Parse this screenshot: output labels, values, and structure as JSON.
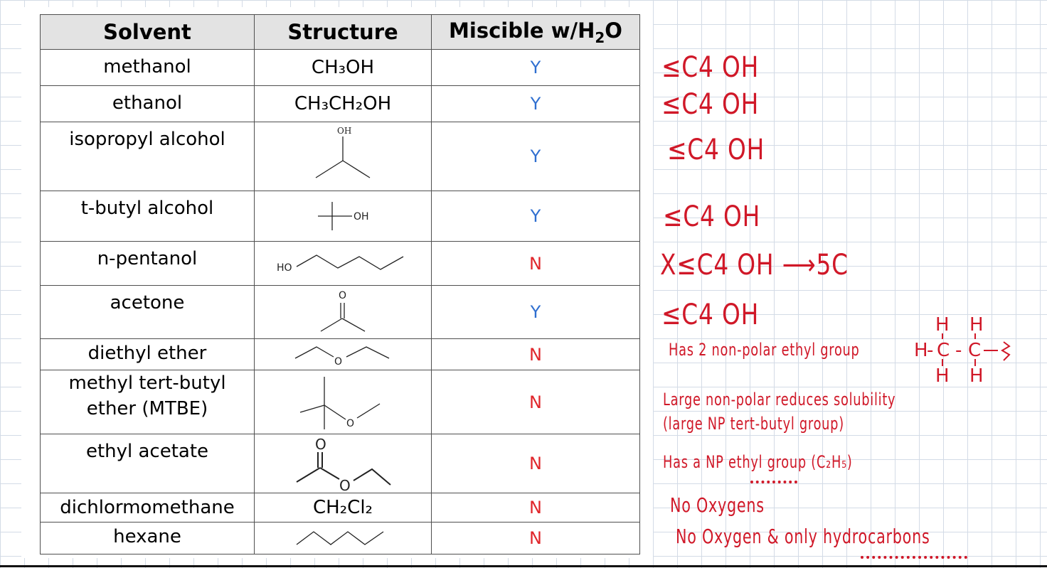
{
  "table": {
    "headers": {
      "solvent": "Solvent",
      "structure": "Structure",
      "miscible_prefix": "Miscible w/H",
      "miscible_sub": "2",
      "miscible_suffix": "O"
    },
    "rows": [
      {
        "solvent": "methanol",
        "structure": "CH₃OH",
        "miscible": "Y"
      },
      {
        "solvent": "ethanol",
        "structure": "CH₃CH₂OH",
        "miscible": "Y"
      },
      {
        "solvent": "isopropyl alcohol",
        "structure_label": "OH",
        "miscible": "Y"
      },
      {
        "solvent": "t-butyl alcohol",
        "structure_label": "OH",
        "miscible": "Y"
      },
      {
        "solvent": "n-pentanol",
        "structure_label": "HO",
        "miscible": "N"
      },
      {
        "solvent": "acetone",
        "structure_label": "O",
        "miscible": "Y"
      },
      {
        "solvent": "diethyl ether",
        "structure_label": "O",
        "miscible": "N"
      },
      {
        "solvent_line1": "methyl tert-butyl",
        "solvent_line2": "ether (MTBE)",
        "structure_label": "O",
        "miscible": "N"
      },
      {
        "solvent": "ethyl acetate",
        "structure_label_top": "O",
        "structure_label_mid": "O",
        "miscible": "N"
      },
      {
        "solvent": "dichlormomethane",
        "structure": "CH₂Cl₂",
        "miscible": "N"
      },
      {
        "solvent": "hexane",
        "miscible": "N"
      }
    ]
  },
  "notes": {
    "methanol": "≤C4 OH",
    "ethanol": "≤C4 OH",
    "isopropyl": "≤C4 OH",
    "tbutyl": "≤C4 OH",
    "pentanol": "X≤C4 OH ⟶5C",
    "acetone": "≤C4 OH",
    "diethyl_ether": "Has 2 non-polar ethyl group",
    "mtbe_line1": "Large non-polar reduces solubility",
    "mtbe_line2": "(large NP tert-butyl group)",
    "ethyl_acetate": "Has a NP ethyl group (C₂H₅)",
    "dichloromethane": "No Oxygens",
    "hexane": "No Oxygen & only hydrocarbons",
    "ethyl_sketch": {
      "h": "H",
      "c": "C",
      "dash": "-"
    }
  },
  "colors": {
    "yes": "#2f6fd0",
    "no": "#e0262b",
    "ink": "#d01828",
    "grid": "#d3dbe6"
  }
}
